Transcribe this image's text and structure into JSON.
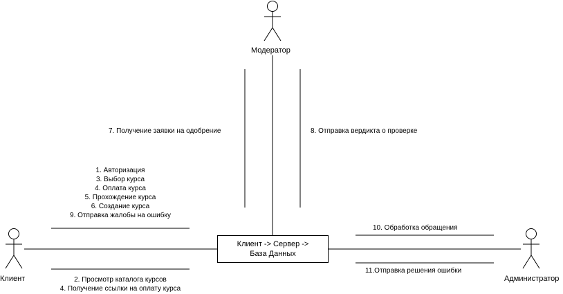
{
  "actors": {
    "moderator": "Модератор",
    "client": "Клиент",
    "administrator": "Администратор"
  },
  "system_box": {
    "line1": "Клиент -> Сервер ->",
    "line2": "База Данных"
  },
  "messages": {
    "moderator_incoming": "7. Получение заявки на одобрение",
    "moderator_outgoing": "8. Отправка вердикта о проверке",
    "client_to_system": [
      "1. Авторизация",
      "3. Выбор курса",
      "4. Оплата курса",
      "5. Прохождение курса",
      "6. Создание курса",
      "9. Отправка жалобы на ошибку"
    ],
    "system_to_client": [
      "2. Просмотр каталога курсов",
      "4. Получение ссылки на оплату курса"
    ],
    "system_to_admin": "10. Обработка обращения",
    "admin_to_system": "11.Отправка решения ошибки"
  }
}
